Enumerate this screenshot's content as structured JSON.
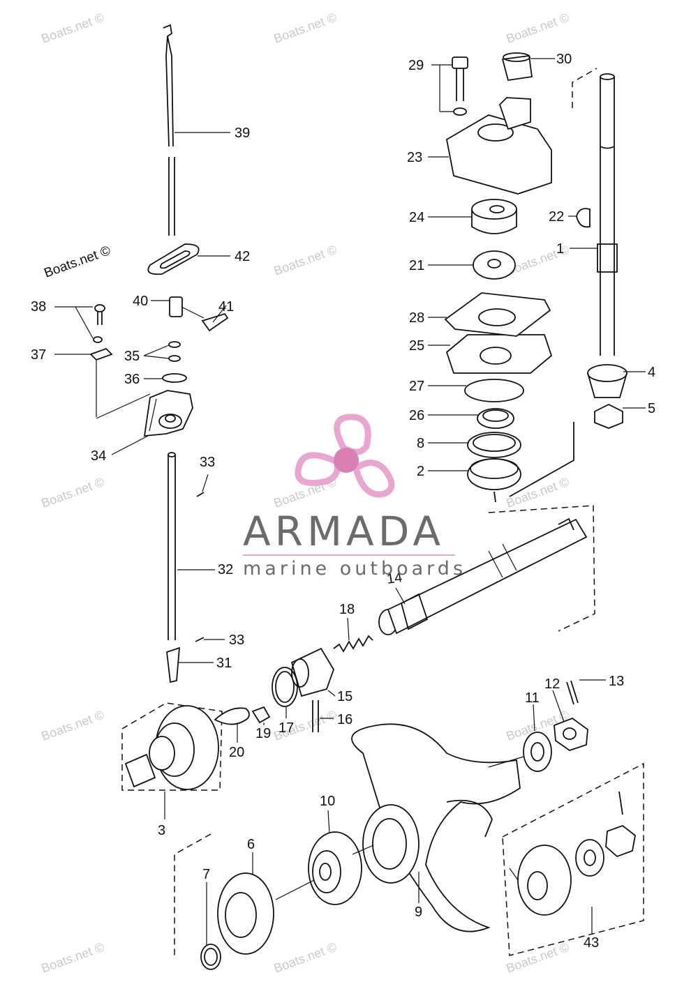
{
  "watermark": "Boats.net ©",
  "brand": {
    "name": "ARMADA",
    "tagline": "marine outboards",
    "logo_color": "#e9a7cf",
    "logo_accent": "#d77eb3"
  },
  "parts": [
    {
      "id": "1",
      "label": "1"
    },
    {
      "id": "2",
      "label": "2"
    },
    {
      "id": "3",
      "label": "3"
    },
    {
      "id": "4",
      "label": "4"
    },
    {
      "id": "5",
      "label": "5"
    },
    {
      "id": "6",
      "label": "6"
    },
    {
      "id": "7",
      "label": "7"
    },
    {
      "id": "8",
      "label": "8"
    },
    {
      "id": "9",
      "label": "9"
    },
    {
      "id": "10",
      "label": "10"
    },
    {
      "id": "11",
      "label": "11"
    },
    {
      "id": "12",
      "label": "12"
    },
    {
      "id": "13",
      "label": "13"
    },
    {
      "id": "14",
      "label": "14"
    },
    {
      "id": "15",
      "label": "15"
    },
    {
      "id": "16",
      "label": "16"
    },
    {
      "id": "17",
      "label": "17"
    },
    {
      "id": "18",
      "label": "18"
    },
    {
      "id": "19",
      "label": "19"
    },
    {
      "id": "20",
      "label": "20"
    },
    {
      "id": "21",
      "label": "21"
    },
    {
      "id": "22",
      "label": "22"
    },
    {
      "id": "23",
      "label": "23"
    },
    {
      "id": "24",
      "label": "24"
    },
    {
      "id": "25",
      "label": "25"
    },
    {
      "id": "26",
      "label": "26"
    },
    {
      "id": "27",
      "label": "27"
    },
    {
      "id": "28",
      "label": "28"
    },
    {
      "id": "29",
      "label": "29"
    },
    {
      "id": "30",
      "label": "30"
    },
    {
      "id": "31",
      "label": "31"
    },
    {
      "id": "32",
      "label": "32"
    },
    {
      "id": "33",
      "label": "33"
    },
    {
      "id": "34",
      "label": "34"
    },
    {
      "id": "35",
      "label": "35"
    },
    {
      "id": "36",
      "label": "36"
    },
    {
      "id": "37",
      "label": "37"
    },
    {
      "id": "38",
      "label": "38"
    },
    {
      "id": "39",
      "label": "39"
    },
    {
      "id": "40",
      "label": "40"
    },
    {
      "id": "41",
      "label": "41"
    },
    {
      "id": "42",
      "label": "42"
    },
    {
      "id": "43",
      "label": "43"
    }
  ]
}
